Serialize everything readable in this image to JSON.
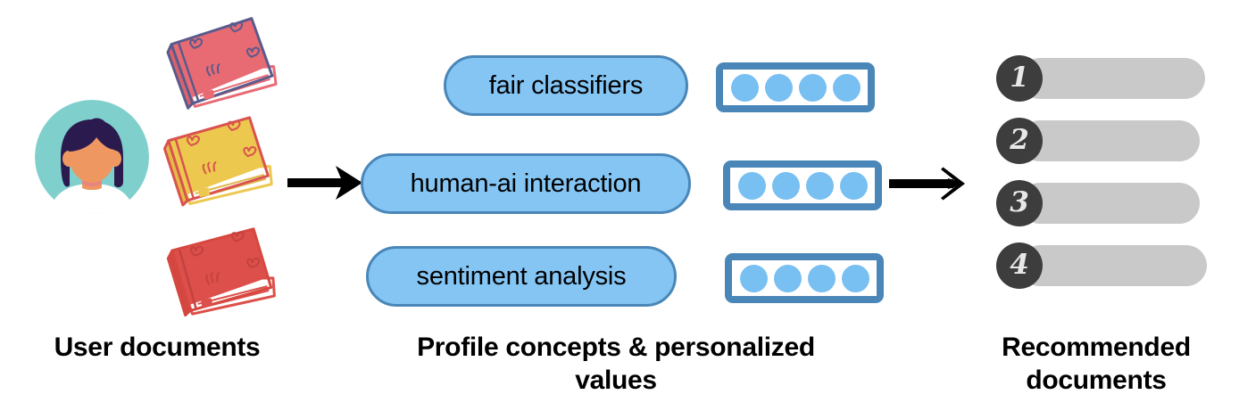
{
  "figure": {
    "background": "#ffffff",
    "accent_blue": "#84c5f4",
    "accent_blue_border": "#4a87b8",
    "dot_blue": "#78bff2",
    "bar_gray": "#c9c9c9",
    "badge_gray": "#3d3d3d"
  },
  "left_panel": {
    "caption": "User documents",
    "avatar": {
      "label": "user-avatar",
      "background_color": "#7fd0cd",
      "hair_color": "#2b1a4e",
      "skin_color": "#ee9760",
      "shirt_color": "#ffffff"
    },
    "documents": [
      {
        "label": "book-1",
        "color": "#e86b74",
        "outline": "#5a5a8c"
      },
      {
        "label": "book-2",
        "color": "#edc84f",
        "outline": "#d9534f"
      },
      {
        "label": "book-3",
        "color": "#dd4f4a",
        "outline": "#c4423e"
      }
    ]
  },
  "middle_panel": {
    "caption_line_1": "Profile concepts & personalized",
    "caption_line_2": "values",
    "caption": "Profile concepts & personalized values",
    "concepts": [
      {
        "label": "fair classifiers",
        "value_dots": 4,
        "value_dots_filled": 4
      },
      {
        "label": "human-ai interaction",
        "value_dots": 4,
        "value_dots_filled": 4
      },
      {
        "label": "sentiment analysis",
        "value_dots": 4,
        "value_dots_filled": 4
      }
    ]
  },
  "right_panel": {
    "caption_line_1": "Recommended",
    "caption_line_2": "documents",
    "caption": "Recommended documents",
    "items": [
      {
        "rank": "1"
      },
      {
        "rank": "2"
      },
      {
        "rank": "3"
      },
      {
        "rank": "4"
      }
    ]
  },
  "arrows": [
    {
      "name": "arrow-user-to-profile",
      "direction": "right",
      "color": "#000000"
    },
    {
      "name": "arrow-profile-to-recommendations",
      "direction": "right",
      "color": "#000000"
    }
  ]
}
